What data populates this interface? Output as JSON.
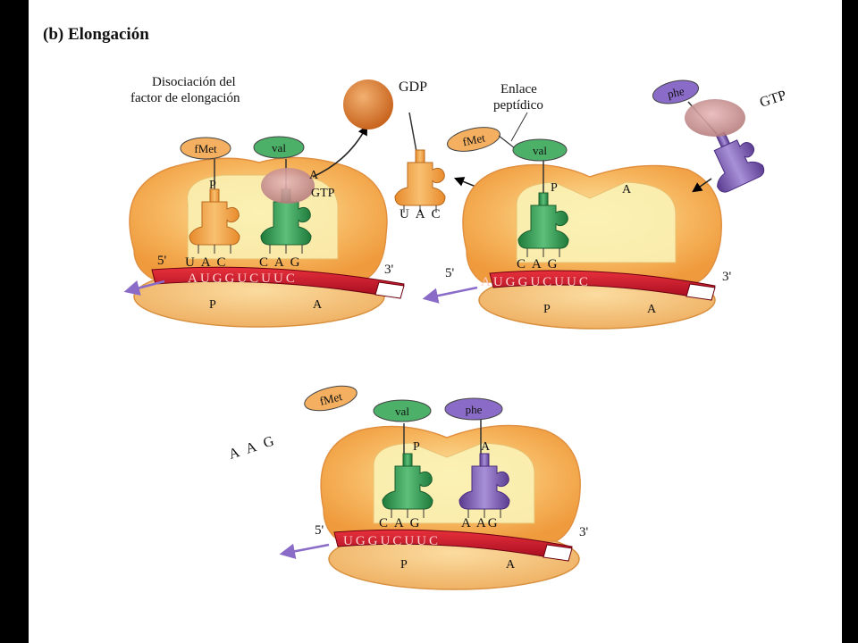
{
  "title": "(b)  Elongación",
  "labels": {
    "dissociation_line1": "Disociación del",
    "dissociation_line2": "factor de elongación",
    "gdp": "GDP",
    "gtp": "GTP",
    "gtp2": "GTP",
    "peptide_line1": "Enlace",
    "peptide_line2": "peptídico",
    "released_anticodon": "U A C",
    "free_codon": "A A G"
  },
  "amino_acids": {
    "fmet": "fMet",
    "val": "val",
    "phe": "phe"
  },
  "sites": {
    "p": "P",
    "a": "A"
  },
  "ends": {
    "five": "5'",
    "three": "3'"
  },
  "panel1": {
    "anticodon_p": "U A C",
    "anticodon_a": "C A G",
    "mrna": "AUGGUCUUC"
  },
  "panel2": {
    "anticodon_p": "C A G",
    "mrna": "AUGGUCUUC"
  },
  "panel3": {
    "anticodon_p": "C A G",
    "anticodon_a": "A AG",
    "mrna": "UGGUCUUC"
  },
  "colors": {
    "ribosome_outer": "#f2a04a",
    "ribosome_inner": "#fbf3b6",
    "mrna": "#c8102e",
    "trna_orange": "#f0a040",
    "trna_green": "#2c9a4c",
    "trna_purple": "#7a5cb0",
    "ef_pink": "#c48a8e",
    "gdp_ball": "#d87a30",
    "arrow_purple": "#8a6cc8"
  }
}
